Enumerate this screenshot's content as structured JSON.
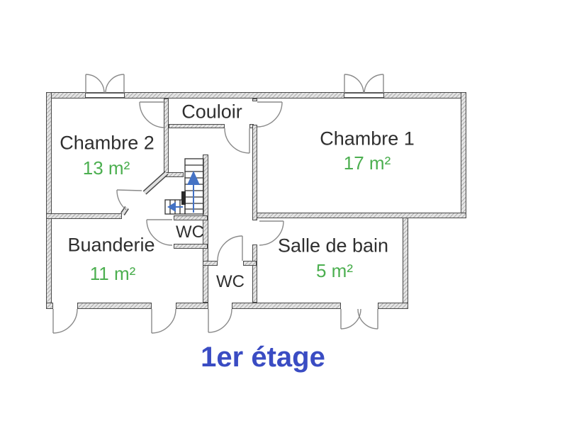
{
  "floor_plan": {
    "title": "1er étage",
    "rooms": [
      {
        "name": "Couloir",
        "area": ""
      },
      {
        "name": "Chambre 2",
        "area": "13 m²"
      },
      {
        "name": "Chambre 1",
        "area": "17 m²"
      },
      {
        "name": "Buanderie",
        "area": "11 m²"
      },
      {
        "name": "WC",
        "area": ""
      },
      {
        "name": "WC",
        "area": ""
      },
      {
        "name": "Salle de bain",
        "area": "5 m²"
      }
    ]
  },
  "colors": {
    "room_name": "#2f2f2f",
    "area_label": "#4caf50",
    "title": "#3a4cc3",
    "stair_arrow": "#4472c4",
    "wall_edge": "#4a4a4a",
    "door_line": "#8a8a8a"
  }
}
